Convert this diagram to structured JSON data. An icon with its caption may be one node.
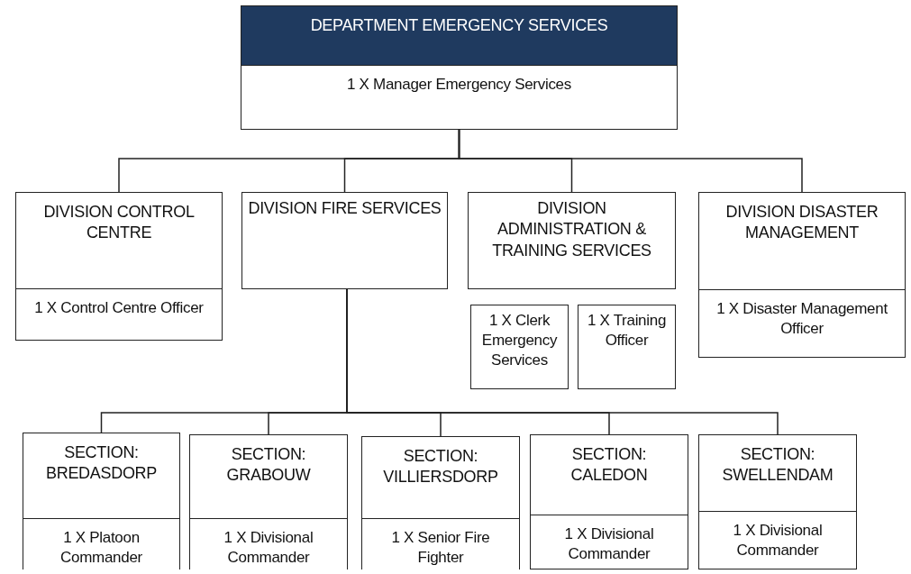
{
  "diagram": {
    "nodes": [
      {
        "text": [
          "DEPARTMENT EMERGENCY SERVICES",
          "1 X Manager Emergency Services"
        ]
      },
      {
        "text": [
          "DIVISION CONTROL CENTRE",
          "1 X Control Centre Officer"
        ]
      },
      {
        "text": [
          "DIVISION FIRE SERVICES"
        ]
      },
      {
        "text": [
          "DIVISION ADMINISTRATION & TRAINING SERVICES"
        ]
      },
      {
        "text": [
          "1 X Clerk Emergency Services"
        ]
      },
      {
        "text": [
          "1 X Training Officer"
        ]
      },
      {
        "text": [
          "DIVISION DISASTER MANAGEMENT",
          "1 X Disaster Management Officer"
        ]
      },
      {
        "text": [
          "SECTION: BREDASDORP",
          "1 X Platoon Commander"
        ]
      },
      {
        "text": [
          "SECTION: GRABOUW",
          "1 X Divisional Commander"
        ]
      },
      {
        "text": [
          "SECTION: VILLIERSDORP",
          "1 X Senior Fire Fighter"
        ]
      },
      {
        "text": [
          "SECTION: CALEDON",
          "1 X Divisional Commander"
        ]
      },
      {
        "text": [
          "SECTION: SWELLENDAM",
          "1 X Divisional Commander"
        ]
      }
    ],
    "edges": [
      {
        "from": 0,
        "to": 1,
        "arrow": "none"
      },
      {
        "from": 0,
        "to": 2,
        "arrow": "none"
      },
      {
        "from": 0,
        "to": 3,
        "arrow": "none"
      },
      {
        "from": 0,
        "to": 6,
        "arrow": "none"
      },
      {
        "from": 2,
        "to": 7,
        "arrow": "none"
      },
      {
        "from": 2,
        "to": 8,
        "arrow": "none"
      },
      {
        "from": 2,
        "to": 9,
        "arrow": "none"
      },
      {
        "from": 2,
        "to": 10,
        "arrow": "none"
      },
      {
        "from": 2,
        "to": 11,
        "arrow": "none"
      }
    ]
  }
}
